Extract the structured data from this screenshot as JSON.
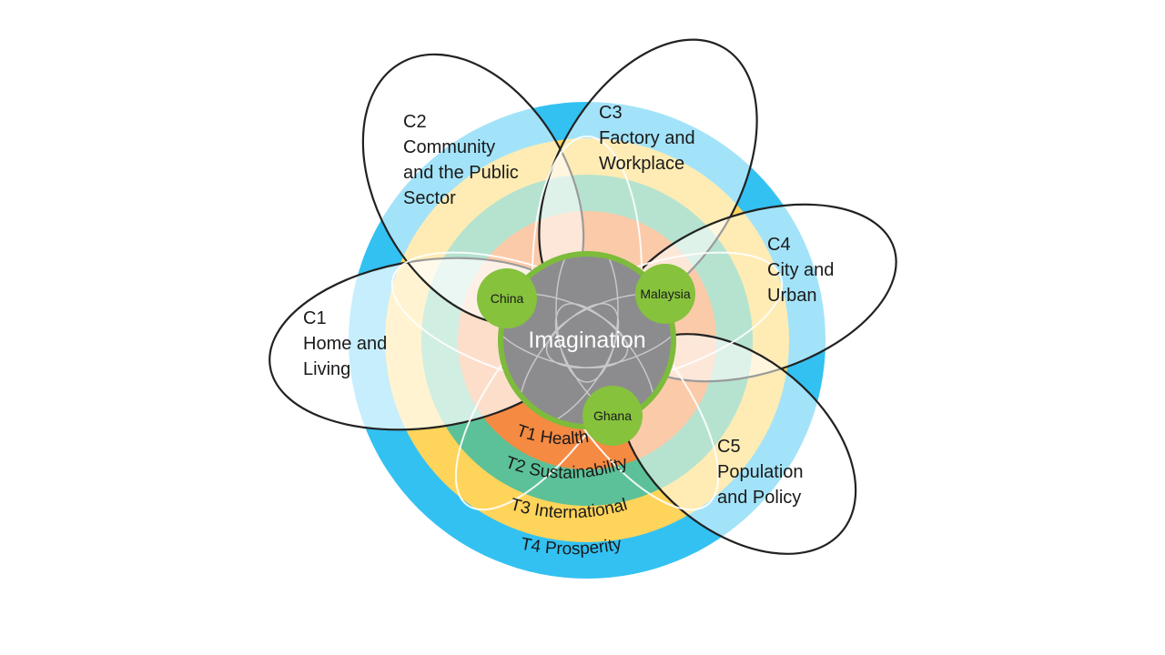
{
  "core": {
    "label": "Imagination"
  },
  "nodes": [
    {
      "label": "China"
    },
    {
      "label": "Malaysia"
    },
    {
      "label": "Ghana"
    }
  ],
  "themes": [
    {
      "label": "T1 Health",
      "color": "#f58a42"
    },
    {
      "label": "T2 Sustainability",
      "color": "#5cc198"
    },
    {
      "label": "T3 International",
      "color": "#ffd45a"
    },
    {
      "label": "T4 Prosperity",
      "color": "#33c1f2"
    }
  ],
  "contexts": [
    {
      "code": "C1",
      "lines": [
        "Home and",
        "Living"
      ]
    },
    {
      "code": "C2",
      "lines": [
        "Community",
        "and the Public",
        "Sector"
      ]
    },
    {
      "code": "C3",
      "lines": [
        "Factory and",
        "Workplace"
      ]
    },
    {
      "code": "C4",
      "lines": [
        "City and",
        "Urban"
      ]
    },
    {
      "code": "C5",
      "lines": [
        "Population",
        "and Policy"
      ]
    }
  ],
  "colors": {
    "core_fill": "#8c8c8e",
    "core_ring": "#7dbb3b",
    "node_fill": "#86c23c",
    "ellipse_stroke": "#222222",
    "ring_blue_light": "#cfe9f8",
    "ring_yellow_light": "#fdefc4",
    "ring_green_light": "#cde9dc",
    "ring_orange_light": "#fdd9c0"
  }
}
